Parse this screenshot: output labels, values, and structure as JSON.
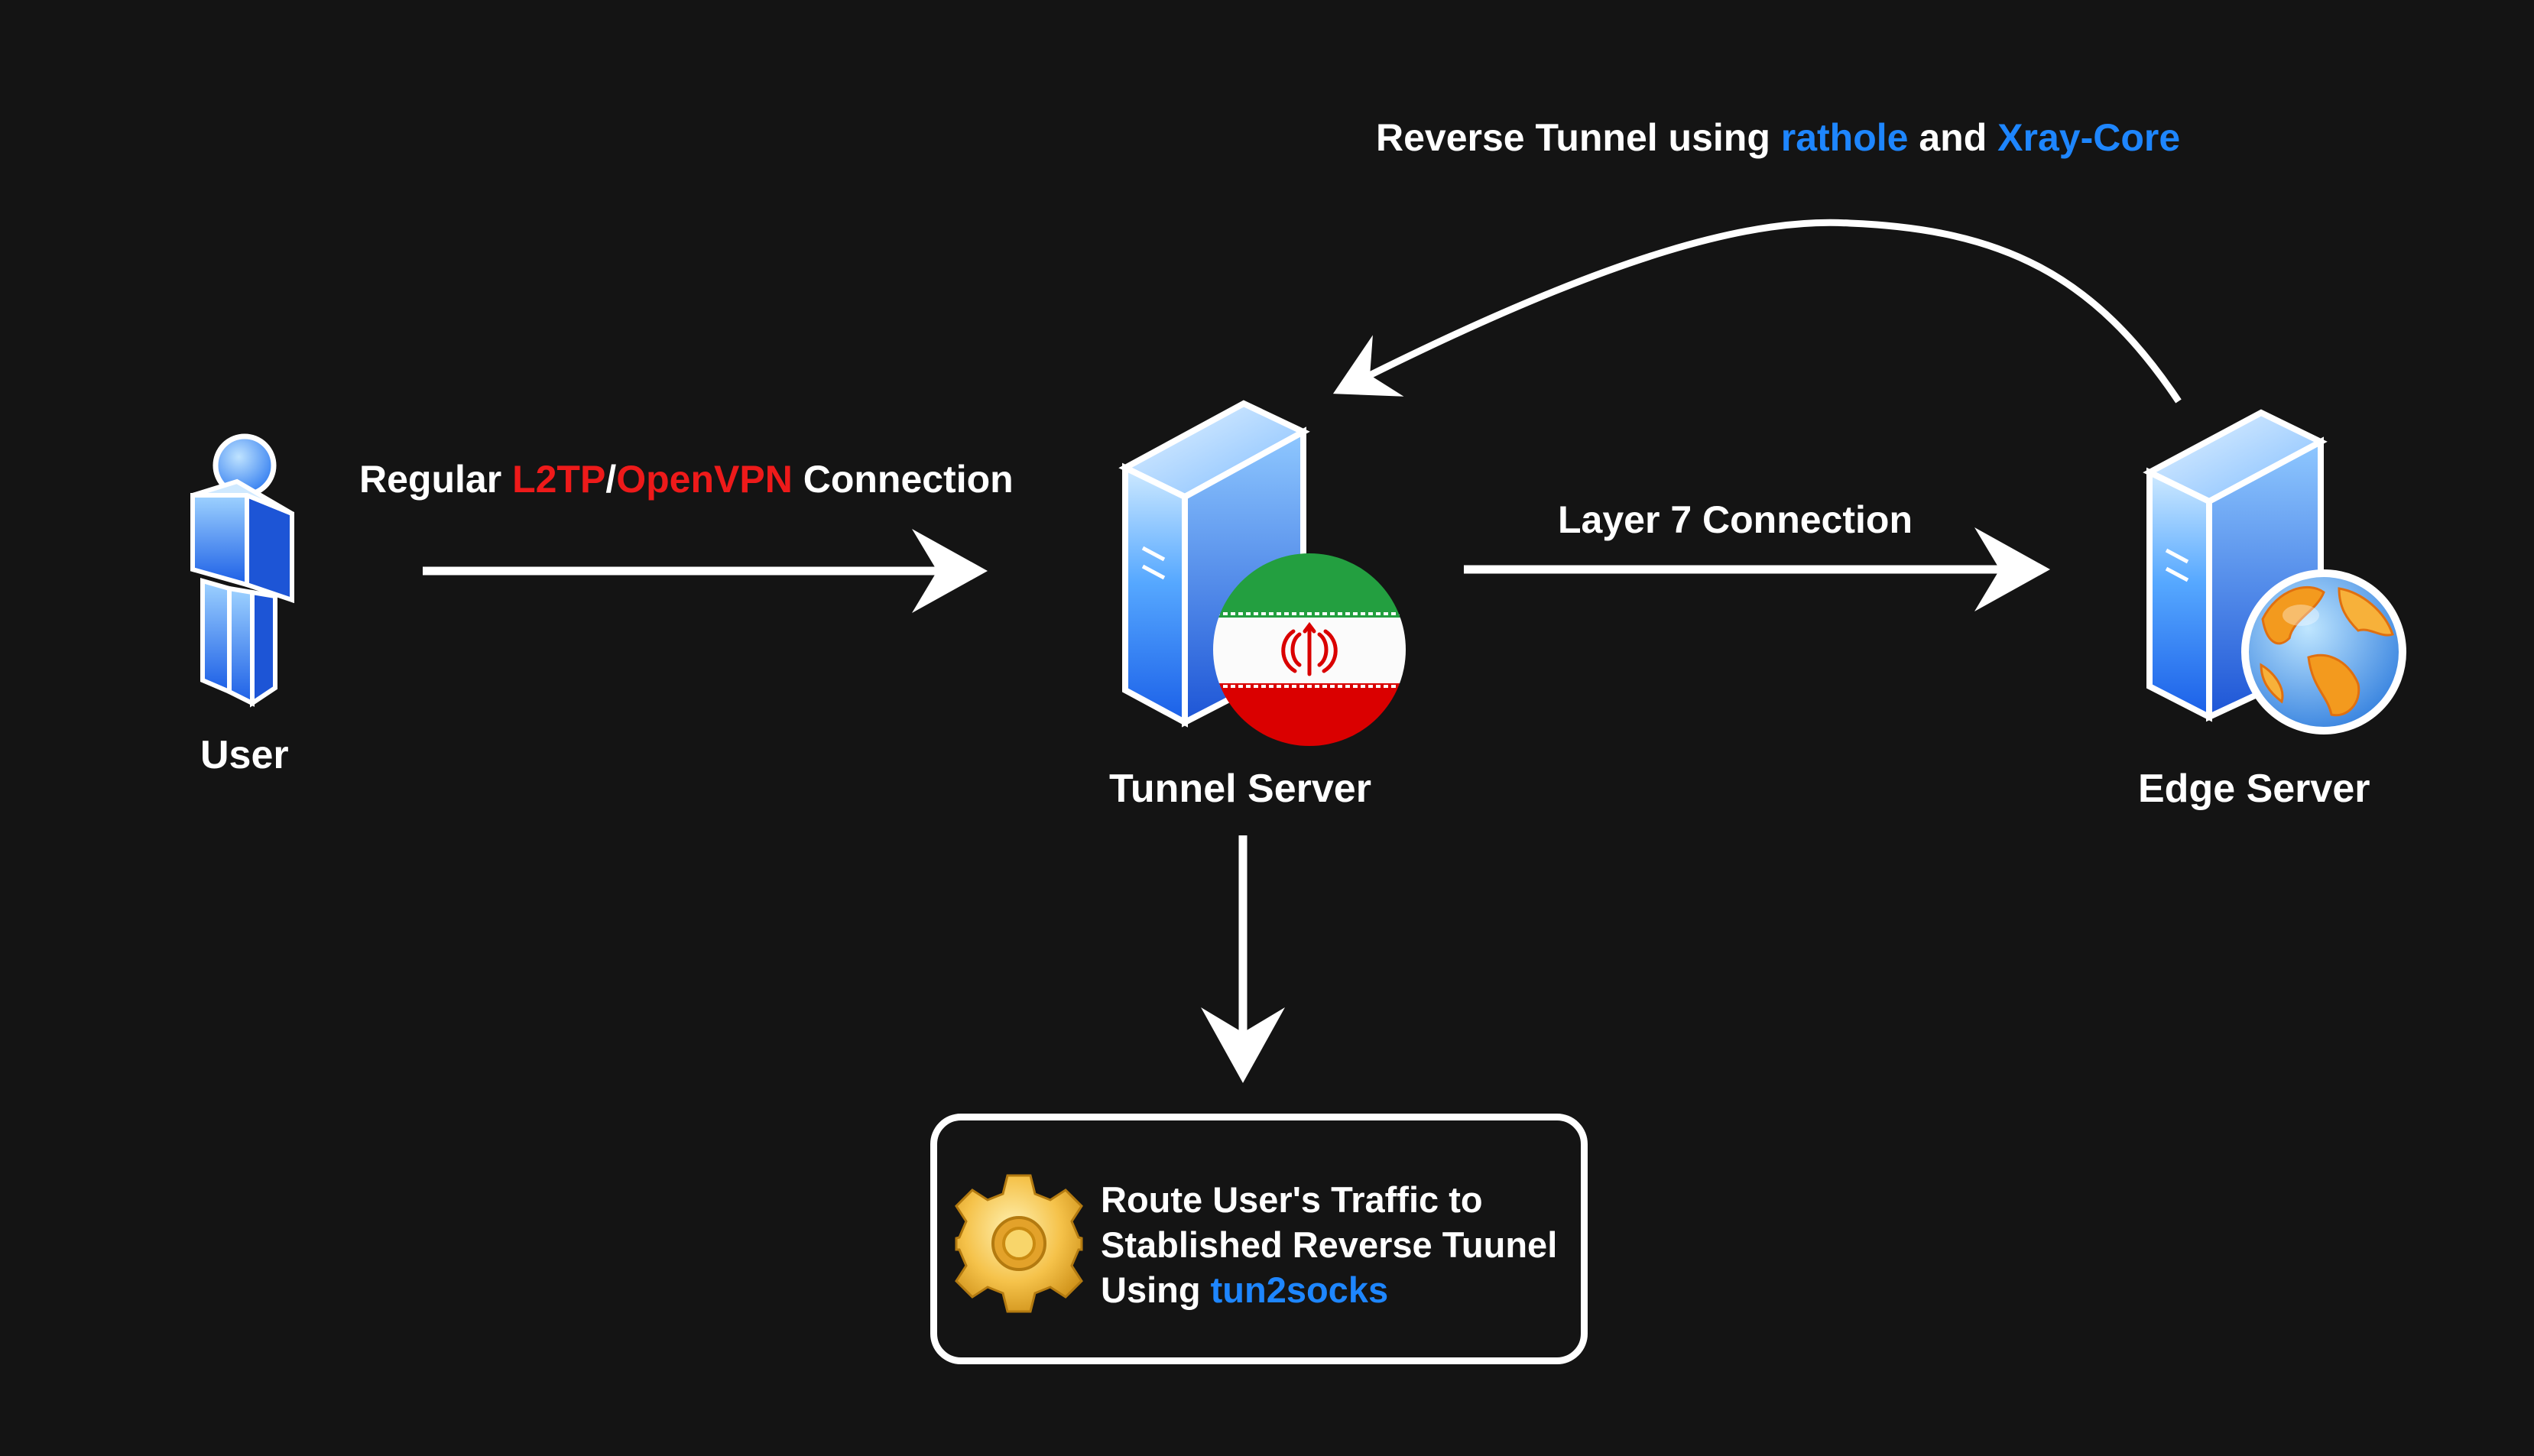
{
  "nodes": {
    "user": {
      "label": "User"
    },
    "tunnel_server": {
      "label": "Tunnel Server"
    },
    "edge_server": {
      "label": "Edge Server"
    }
  },
  "edges": {
    "user_to_tunnel": {
      "prefix": "Regular ",
      "proto1": "L2TP",
      "sep": "/",
      "proto2": "OpenVPN",
      "suffix": " Connection"
    },
    "tunnel_to_edge": {
      "label": "Layer 7 Connection"
    },
    "edge_to_tunnel_reverse": {
      "prefix": "Reverse Tunnel using ",
      "tool1": "rathole",
      "mid": " and ",
      "tool2": "Xray-Core"
    }
  },
  "route_box": {
    "line1": "Route User's Traffic to",
    "line2": "Stablished Reverse Tuunel",
    "line3_prefix": "Using ",
    "line3_tool": "tun2socks"
  },
  "colors": {
    "background": "#141414",
    "text": "#ffffff",
    "protocol_highlight": "#ee1a1a",
    "tool_highlight": "#1e86ff",
    "server_blue": "#1e6cf0",
    "flag_green": "#239f40",
    "flag_red": "#da0000"
  },
  "icons": {
    "user": "person-icon",
    "tunnel_server": "server-icon",
    "tunnel_badge": "iran-flag-icon",
    "edge_server": "server-icon",
    "edge_badge": "globe-icon",
    "route": "gear-icon"
  }
}
